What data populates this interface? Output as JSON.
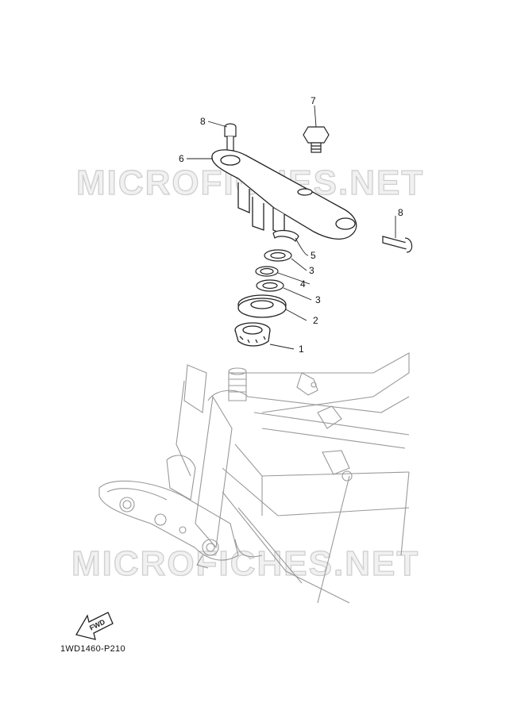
{
  "watermark": "MICROFICHES.NET",
  "fwd_label": "FWD",
  "reference_code": "1WD1460-P210",
  "callouts": [
    {
      "label": "7"
    },
    {
      "label": "8"
    },
    {
      "label": "6"
    },
    {
      "label": "8"
    },
    {
      "label": "5"
    },
    {
      "label": "3"
    },
    {
      "label": "4"
    },
    {
      "label": "3"
    },
    {
      "label": "2"
    },
    {
      "label": "1"
    }
  ],
  "colors": {
    "line": "#222222",
    "watermark_stroke": "#cfcfcf",
    "frame": "#999999"
  }
}
